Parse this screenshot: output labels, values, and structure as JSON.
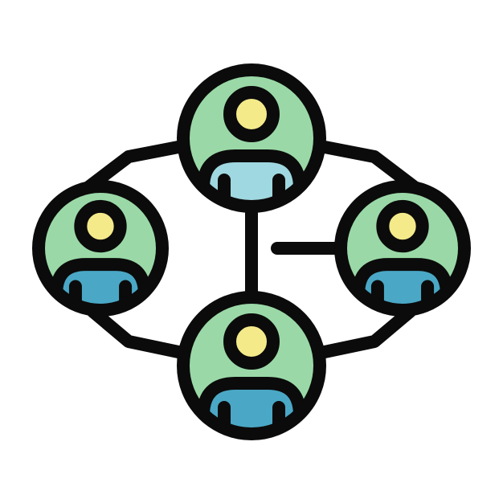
{
  "icon": {
    "name": "user-network-icon",
    "palette": {
      "outline": "#0b0b0b",
      "circle_fill": "#9ad9a7",
      "head_fill": "#f4ea8a",
      "body_light": "#9fd8e0",
      "body_dark": "#4aa8c6",
      "background": "#ffffff"
    },
    "nodes": [
      {
        "role": "top",
        "body_tone": "light"
      },
      {
        "role": "left",
        "body_tone": "dark"
      },
      {
        "role": "right",
        "body_tone": "dark"
      },
      {
        "role": "bottom",
        "body_tone": "dark"
      }
    ]
  }
}
